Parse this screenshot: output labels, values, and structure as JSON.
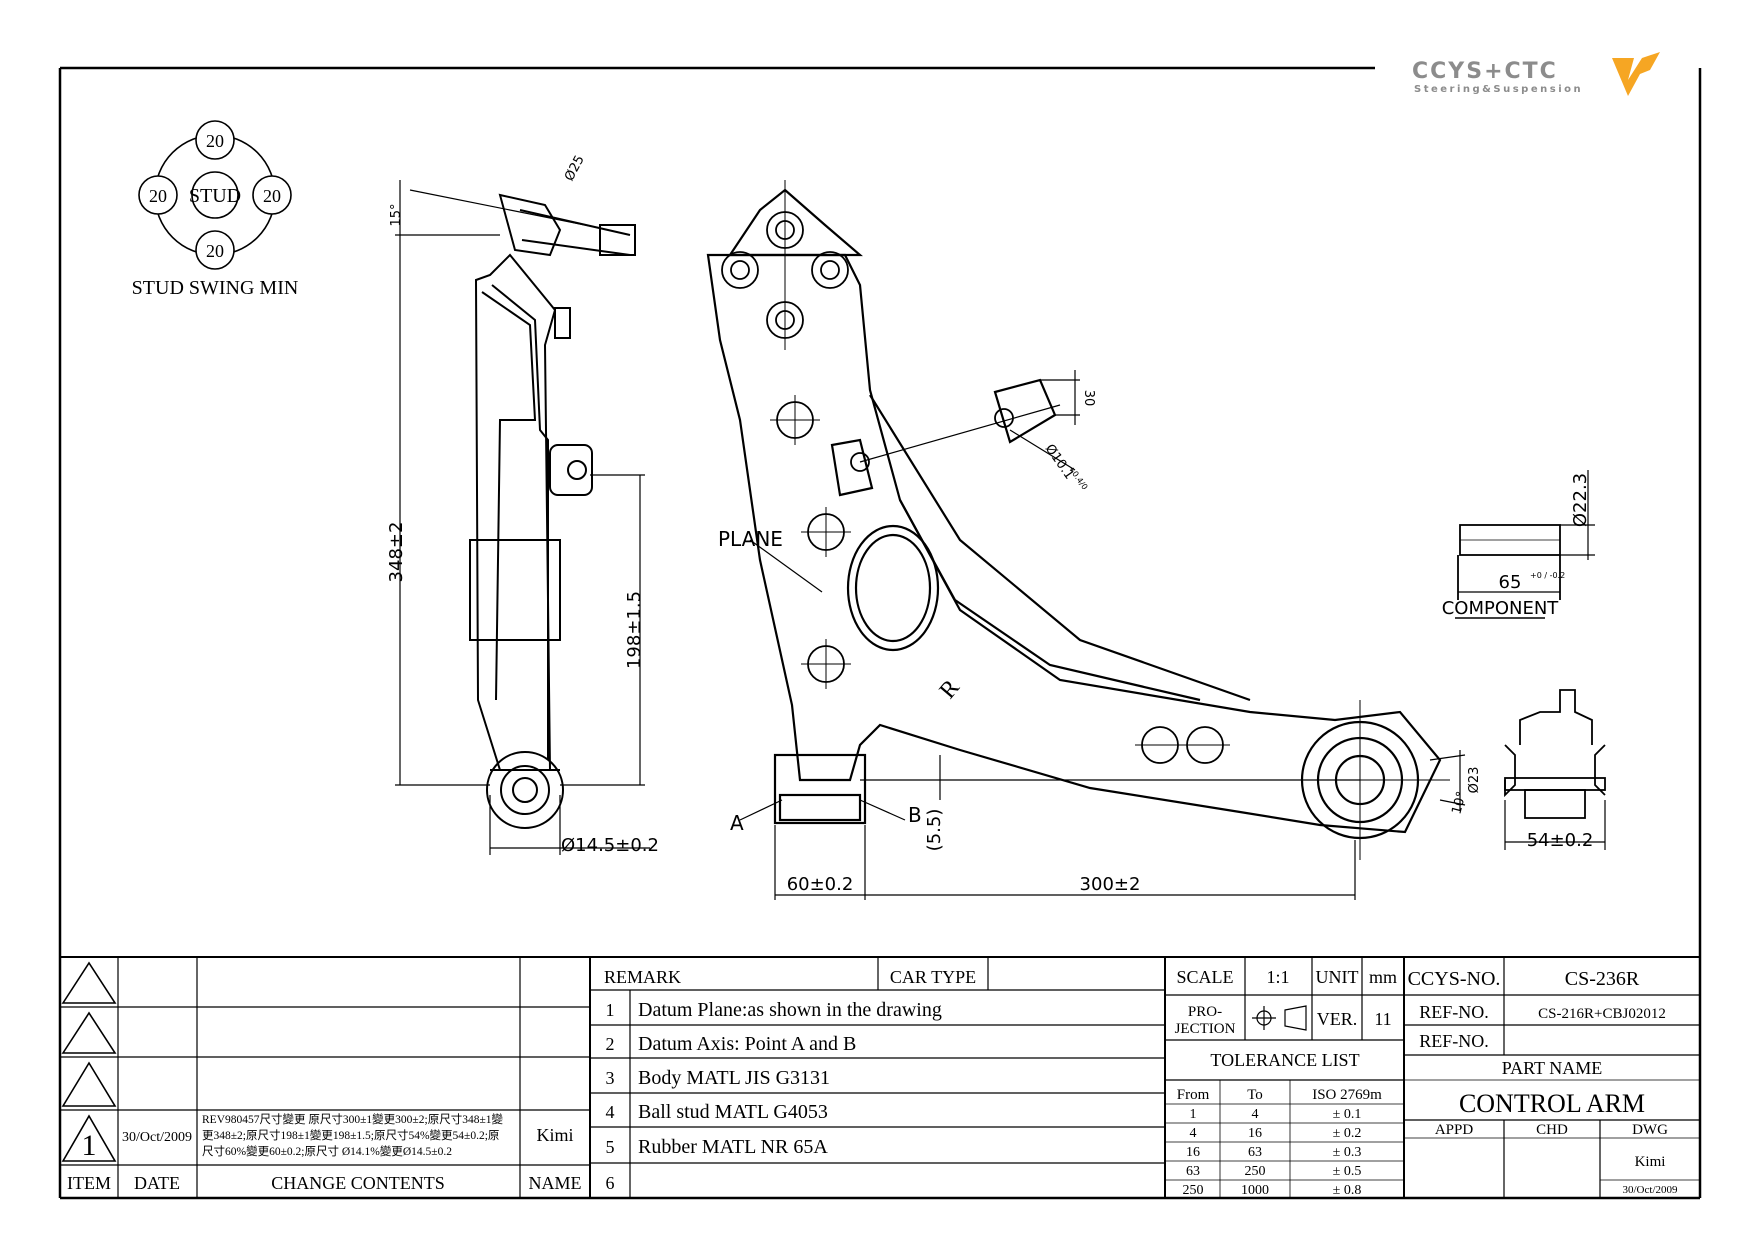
{
  "logo": {
    "name": "CCYS+CTC",
    "tagline": "Steering&Suspension",
    "accent": "#f6a623",
    "brand_gray": "#8c8c8c"
  },
  "stud_swing": {
    "center": "STUD",
    "top": "20",
    "left": "20",
    "right": "20",
    "bottom": "20",
    "caption": "STUD SWING MIN"
  },
  "dimensions": {
    "ball_dia": "Ø25",
    "angle": "15°",
    "height_total": "348±2",
    "height_mid": "198±1.5",
    "bush_dia_side": "Ø14.5±0.2",
    "bush_width": "60±0.2",
    "span": "300±2",
    "offset": "(5.5)",
    "hole_spacing": "30",
    "hole_dia": "Ø10.1",
    "hole_tol": "+0.4/0",
    "bush_dia_rear": "Ø23",
    "bush_angle": "10°",
    "rear_width": "54±0.2",
    "comp_dia": "Ø22.3",
    "comp_len": "65",
    "comp_tol": "+0 / -0.2",
    "plane_label": "PLANE",
    "side_mark": "R",
    "point_a": "A",
    "point_b": "B",
    "component_label": "COMPONENT"
  },
  "rev_table": {
    "headers": [
      "ITEM",
      "DATE",
      "CHANGE CONTENTS",
      "NAME"
    ],
    "row": {
      "item": "1",
      "date": "30/Oct/2009",
      "line1": "REV980457尺寸變更 原尺寸300±1變更300±2;原尺寸348±1變",
      "line2": "更348±2;原尺寸198±1變更198±1.5;原尺寸54%變更54±0.2;原",
      "line3": "尺寸60%變更60±0.2;原尺寸 Ø14.1%變更Ø14.5±0.2",
      "name": "Kimi"
    }
  },
  "remark": {
    "title": "REMARK",
    "car_type": "CAR TYPE",
    "items": [
      {
        "n": "1",
        "text": "Datum Plane:as shown in the drawing"
      },
      {
        "n": "2",
        "text": "Datum Axis: Point A and B"
      },
      {
        "n": "3",
        "text": "Body MATL JIS G3131"
      },
      {
        "n": "4",
        "text": "Ball stud MATL G4053"
      },
      {
        "n": "5",
        "text": "Rubber MATL NR 65A"
      },
      {
        "n": "6",
        "text": ""
      }
    ]
  },
  "scale": {
    "label": "SCALE",
    "value": "1:1",
    "unit_label": "UNIT",
    "unit": "mm",
    "proj1": "PRO-",
    "proj2": "JECTION",
    "ver_label": "VER.",
    "ver": "11"
  },
  "tolerance": {
    "title": "TOLERANCE LIST",
    "headers": [
      "From",
      "To",
      "ISO 2769m"
    ],
    "rows": [
      [
        "1",
        "4",
        "± 0.1"
      ],
      [
        "4",
        "16",
        "± 0.2"
      ],
      [
        "16",
        "63",
        "± 0.3"
      ],
      [
        "63",
        "250",
        "± 0.5"
      ],
      [
        "250",
        "1000",
        "± 0.8"
      ]
    ]
  },
  "part": {
    "ccys_label": "CCYS-NO.",
    "ccys_no": "CS-236R",
    "ref_label": "REF-NO.",
    "ref_no": "CS-216R+CBJ02012",
    "ref_label2": "REF-NO.",
    "ref_no2": "",
    "name_label": "PART NAME",
    "name": "CONTROL ARM",
    "appd": "APPD",
    "chd": "CHD",
    "dwg": "DWG",
    "drawer": "Kimi",
    "date": "30/Oct/2009"
  }
}
